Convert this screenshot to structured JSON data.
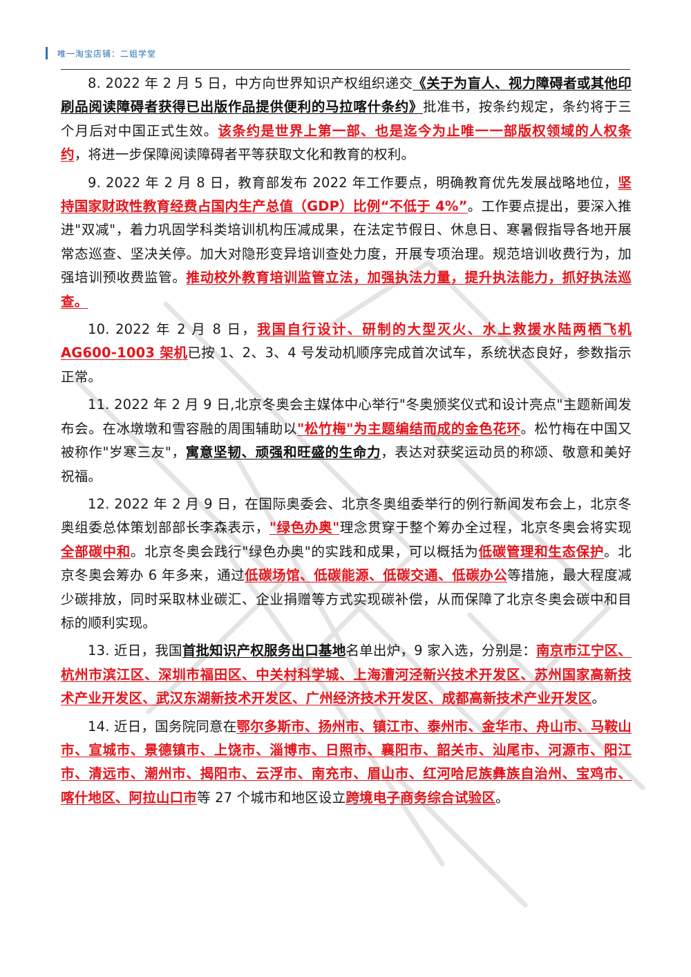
{
  "header": {
    "text": "唯一淘宝店铺：二姐学堂"
  },
  "paragraphs": [
    {
      "segments": [
        {
          "text": "8. 2022 年 2 月 5 日，中方向世界知识产权组织递交",
          "style": "normal"
        },
        {
          "text": "《关于为盲人、视力障碍者或其他印刷品阅读障碍者获得已出版作品提供便利的马拉喀什条约》",
          "style": "bold-black"
        },
        {
          "text": "批准书，按条约规定，条约将于三个月后对中国正式生效。",
          "style": "normal"
        },
        {
          "text": "该条约是世界上第一部、也是迄今为止唯一一部版权领域的人权条约",
          "style": "bold-red"
        },
        {
          "text": "，将进一步保障阅读障碍者平等获取文化和教育的权利。",
          "style": "normal"
        }
      ]
    },
    {
      "segments": [
        {
          "text": "9. 2022 年 2 月 8 日，教育部发布 2022 年工作要点，明确教育优先发展战略地位，",
          "style": "normal"
        },
        {
          "text": "坚持国家财政性教育经费占国内生产总值（GDP）比例“不低于 4%”",
          "style": "bold-red"
        },
        {
          "text": "。工作要点提出，要深入推进\"双减\"，着力巩固学科类培训机构压减成果，在法定节假日、休息日、寒暑假指导各地开展常态巡查、坚决关停。加大对隐形变异培训查处力度，开展专项治理。规范培训收费行为，加强培训预收费监管。",
          "style": "normal"
        },
        {
          "text": "推动校外教育培训监管立法，加强执法力量，提升执法能力，抓好执法巡查。",
          "style": "bold-red"
        }
      ]
    },
    {
      "segments": [
        {
          "text": "10.  2022 年 2 月 8 日，",
          "style": "normal"
        },
        {
          "text": "我国自行设计、研制的大型灭火、水上救援水陆两栖飞机 AG600-1003 架机",
          "style": "bold-red"
        },
        {
          "text": "已按 1、2、3、4 号发动机顺序完成首次试车，系统状态良好，参数指示正常。",
          "style": "normal"
        }
      ]
    },
    {
      "segments": [
        {
          "text": "11. 2022 年 2 月 9 日,北京冬奥会主媒体中心举行\"冬奥颁奖仪式和设计亮点\"主题新闻发布会。在冰墩墩和雪容融的周围辅助以",
          "style": "normal"
        },
        {
          "text": "\"松竹梅\"为主题编结而成的金色花环",
          "style": "bold-red"
        },
        {
          "text": "。松竹梅在中国又被称作\"岁寒三友\"，",
          "style": "normal"
        },
        {
          "text": "寓意坚韧、顽强和旺盛的生命力",
          "style": "bold-black"
        },
        {
          "text": "，表达对获奖运动员的称颂、敬意和美好祝福。",
          "style": "normal"
        }
      ]
    },
    {
      "segments": [
        {
          "text": "12. 2022 年 2 月 9 日，在国际奥委会、北京冬奥组委举行的例行新闻发布会上，北京冬奥组委总体策划部部长李森表示，",
          "style": "normal"
        },
        {
          "text": "\"绿色办奥\"",
          "style": "bold-red"
        },
        {
          "text": "理念贯穿于整个筹办全过程，北京冬奥会将实现",
          "style": "normal"
        },
        {
          "text": "全部碳中和",
          "style": "bold-red"
        },
        {
          "text": "。北京冬奥会践行\"绿色办奥\"的实践和成果，可以概括为",
          "style": "normal"
        },
        {
          "text": "低碳管理和生态保护",
          "style": "bold-red"
        },
        {
          "text": "。北京冬奥会筹办 6 年多来，通过",
          "style": "normal"
        },
        {
          "text": "低碳场馆、低碳能源、低碳交通、低碳办公",
          "style": "bold-red"
        },
        {
          "text": "等措施，最大程度减少碳排放，同时采取林业碳汇、企业捐赠等方式实现碳补偿，从而保障了北京冬奥会碳中和目标的顺利实现。",
          "style": "normal"
        }
      ]
    },
    {
      "segments": [
        {
          "text": "13. 近日，我国",
          "style": "normal"
        },
        {
          "text": "首批知识产权服务出口基地",
          "style": "bold-black"
        },
        {
          "text": "名单出炉，9 家入选，分别是：",
          "style": "normal"
        },
        {
          "text": "南京市江宁区、杭州市滨江区、深圳市福田区、中关村科学城、上海漕河泾新兴技术开发区、苏州国家高新技术产业开发区、武汉东湖新技术开发区、广州经济技术开发区、成都高新技术产业开发区",
          "style": "bold-red"
        },
        {
          "text": "。",
          "style": "normal"
        }
      ]
    },
    {
      "segments": [
        {
          "text": "14. 近日，国务院同意在",
          "style": "normal"
        },
        {
          "text": "鄂尔多斯市、扬州市、镇江市、泰州市、金华市、舟山市、马鞍山市、宣城市、景德镇市、上饶市、淄博市、日照市、襄阳市、韶关市、汕尾市、河源市、阳江市、清远市、潮州市、揭阳市、云浮市、南充市、眉山市、红河哈尼族彝族自治州、宝鸡市、喀什地区、阿拉山口市",
          "style": "bold-red"
        },
        {
          "text": "等 27 个城市和地区设立",
          "style": "normal"
        },
        {
          "text": "跨境电子商务综合试验区",
          "style": "bold-red"
        },
        {
          "text": "。",
          "style": "normal"
        }
      ]
    }
  ]
}
